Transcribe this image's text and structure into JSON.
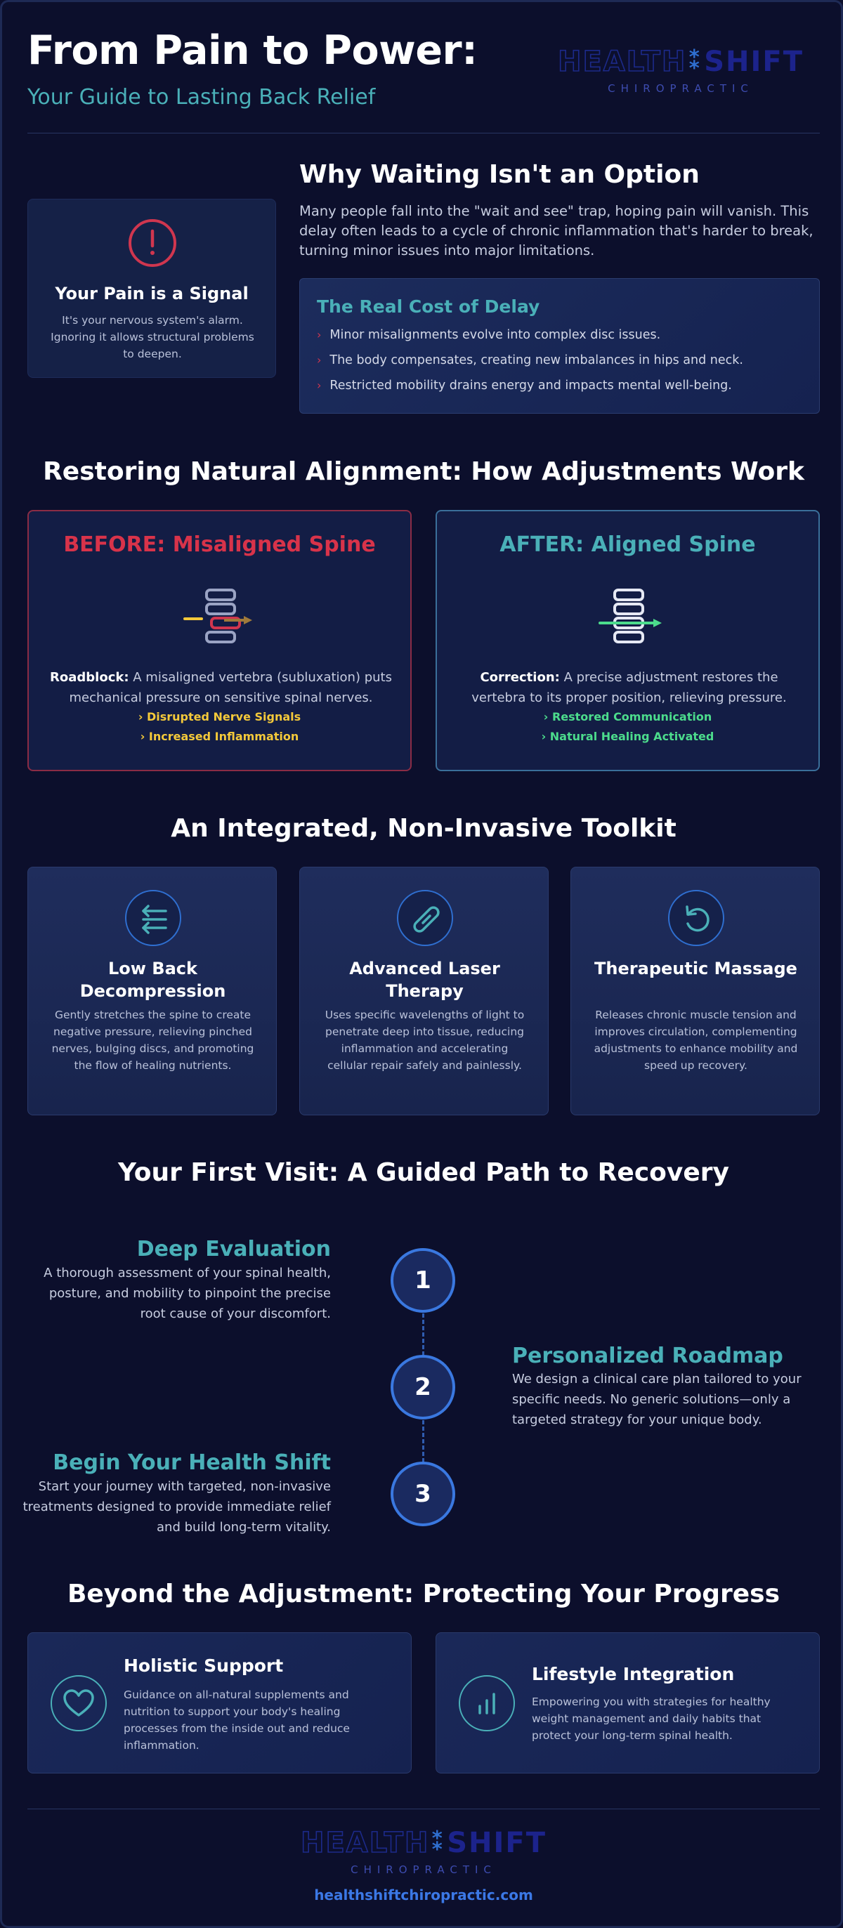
{
  "header": {
    "title": "From Pain to Power:",
    "subtitle": "Your Guide to Lasting Back Relief",
    "logo": {
      "word_left": "HEALTH",
      "word_right": "SHIFT",
      "tagline": "CHIROPRACTIC"
    }
  },
  "why": {
    "signal_card": {
      "icon": "alert-circle-icon",
      "title": "Your Pain is a Signal",
      "text": "It's your nervous system's alarm. Ignoring it allows structural problems to deepen."
    },
    "title": "Why Waiting Isn't an Option",
    "text": "Many people fall into the \"wait and see\" trap, hoping pain will vanish. This delay often leads to a cycle of chronic inflammation that's harder to break, turning minor issues into major limitations.",
    "cost_box": {
      "title": "The Real Cost of Delay",
      "bullet": "›",
      "items": [
        "Minor misalignments evolve into complex disc issues.",
        "The body compensates, creating new imbalances in hips and neck.",
        "Restricted mobility drains energy and impacts mental well-being."
      ]
    }
  },
  "alignment": {
    "title": "Restoring Natural Alignment: How Adjustments Work",
    "before": {
      "title": "BEFORE: Misaligned Spine",
      "label": "Roadblock:",
      "text": " A misaligned vertebra (subluxation) puts mechanical pressure on sensitive spinal nerves.",
      "tags": [
        "› Disrupted Nerve Signals",
        "› Increased Inflammation"
      ],
      "accent": "#d8334a"
    },
    "after": {
      "title": "AFTER: Aligned Spine",
      "label": "Correction:",
      "text": " A precise adjustment restores the vertebra to its proper position, relieving pressure.",
      "tags": [
        "› Restored Communication",
        "› Natural Healing Activated"
      ],
      "accent": "#4ab0b8"
    }
  },
  "toolkit": {
    "title": "An Integrated, Non-Invasive Toolkit",
    "cards": [
      {
        "icon": "decompression-arrows-icon",
        "title": "Low Back Decompression",
        "text": "Gently stretches the spine to create negative pressure, relieving pinched nerves, bulging discs, and promoting the flow of healing nutrients."
      },
      {
        "icon": "laser-icon",
        "title": "Advanced Laser Therapy",
        "text": "Uses specific wavelengths of light to penetrate deep into tissue, reducing inflammation and accelerating cellular repair safely and painlessly."
      },
      {
        "icon": "rotate-icon",
        "title": "Therapeutic Massage",
        "text": "Releases chronic muscle tension and improves circulation, complementing adjustments to enhance mobility and speed up recovery."
      }
    ]
  },
  "visit": {
    "title": "Your First Visit: A Guided Path to Recovery",
    "steps": [
      {
        "number": "1",
        "title": "Deep Evaluation",
        "text": "A thorough assessment of your spinal health, posture, and mobility to pinpoint the precise root cause of your discomfort."
      },
      {
        "number": "2",
        "title": "Personalized Roadmap",
        "text": "We design a clinical care plan tailored to your specific needs. No generic solutions—only a targeted strategy for your unique body."
      },
      {
        "number": "3",
        "title": "Begin Your Health Shift",
        "text": "Start your journey with targeted, non-invasive treatments designed to provide immediate relief and build long-term vitality."
      }
    ]
  },
  "beyond": {
    "title": "Beyond the Adjustment: Protecting Your Progress",
    "cards": [
      {
        "icon": "heart-icon",
        "title": "Holistic Support",
        "text": "Guidance on all-natural supplements and nutrition to support your body's healing processes from the inside out and reduce inflammation."
      },
      {
        "icon": "bar-chart-icon",
        "title": "Lifestyle Integration",
        "text": "Empowering you with strategies for healthy weight management and daily habits that protect your long-term spinal health."
      }
    ]
  },
  "footer": {
    "logo": {
      "word_left": "HEALTH",
      "word_right": "SHIFT",
      "tagline": "CHIROPRACTIC"
    },
    "url": "healthshiftchiropractic.com"
  }
}
